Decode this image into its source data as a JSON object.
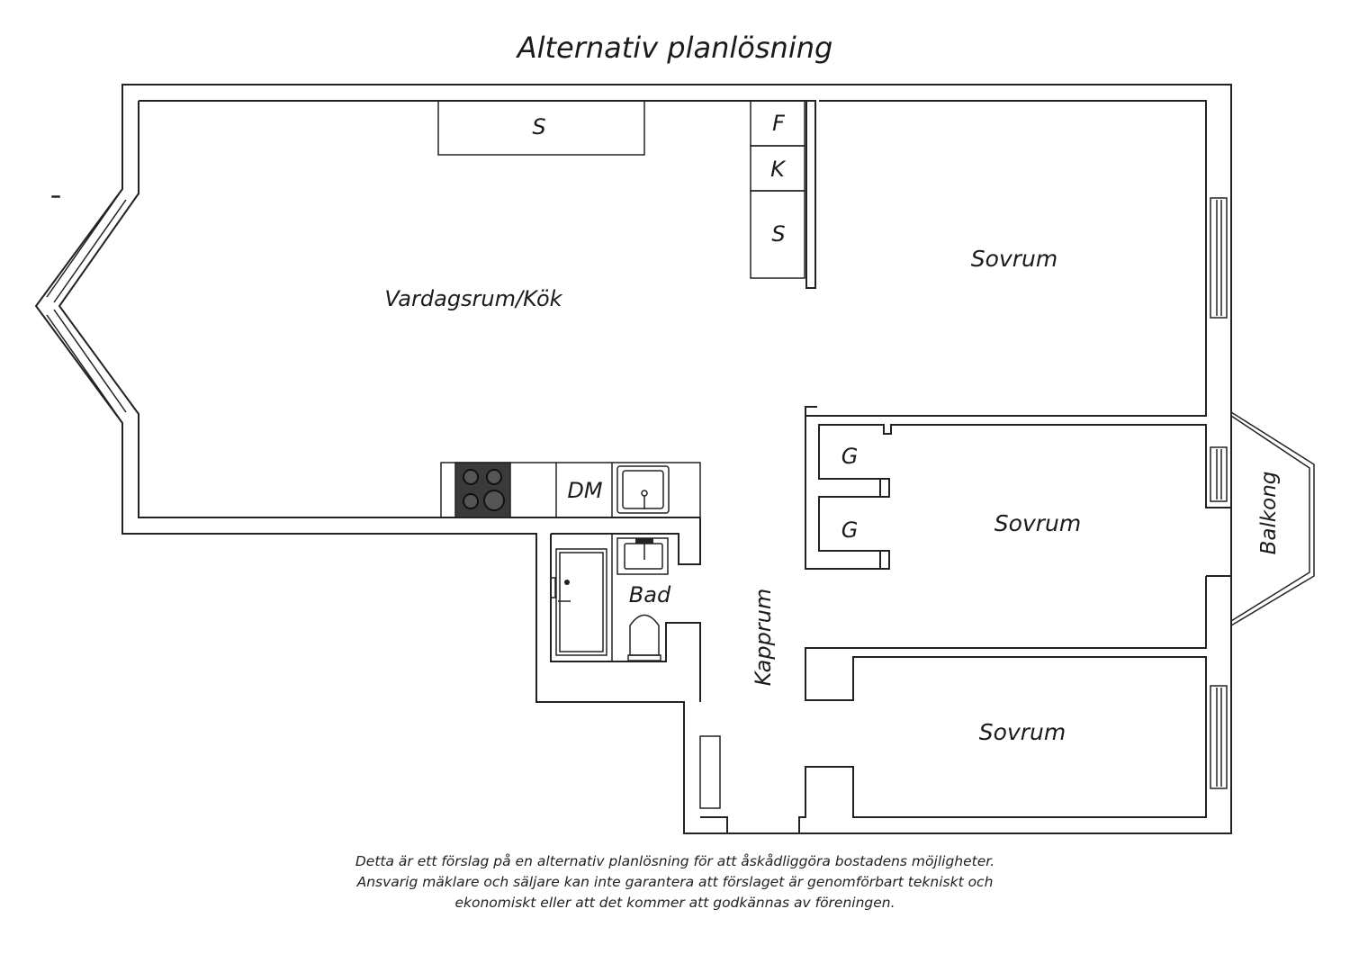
{
  "title": "Alternativ planlösning",
  "rooms": {
    "living_kitchen": "Vardagsrum/Kök",
    "bedroom_1": "Sovrum",
    "bedroom_2": "Sovrum",
    "bedroom_3": "Sovrum",
    "bathroom": "Bad",
    "hall": "Kapprum",
    "balcony": "Balkong"
  },
  "fixtures": {
    "storage_top": "S",
    "fridge": "F",
    "freezer": "K",
    "storage_side": "S",
    "dishwasher": "DM",
    "closet_1": "G",
    "closet_2": "G"
  },
  "disclaimer": {
    "line1": "Detta är ett förslag på en alternativ planlösning för att åskådliggöra bostadens möjligheter.",
    "line2": "Ansvarig mäklare och säljare kan inte garantera att förslaget är genomförbart tekniskt och",
    "line3": "ekonomiskt eller att det kommer att godkännas av föreningen."
  },
  "colors": {
    "wall": "#222222",
    "background": "#ffffff"
  }
}
